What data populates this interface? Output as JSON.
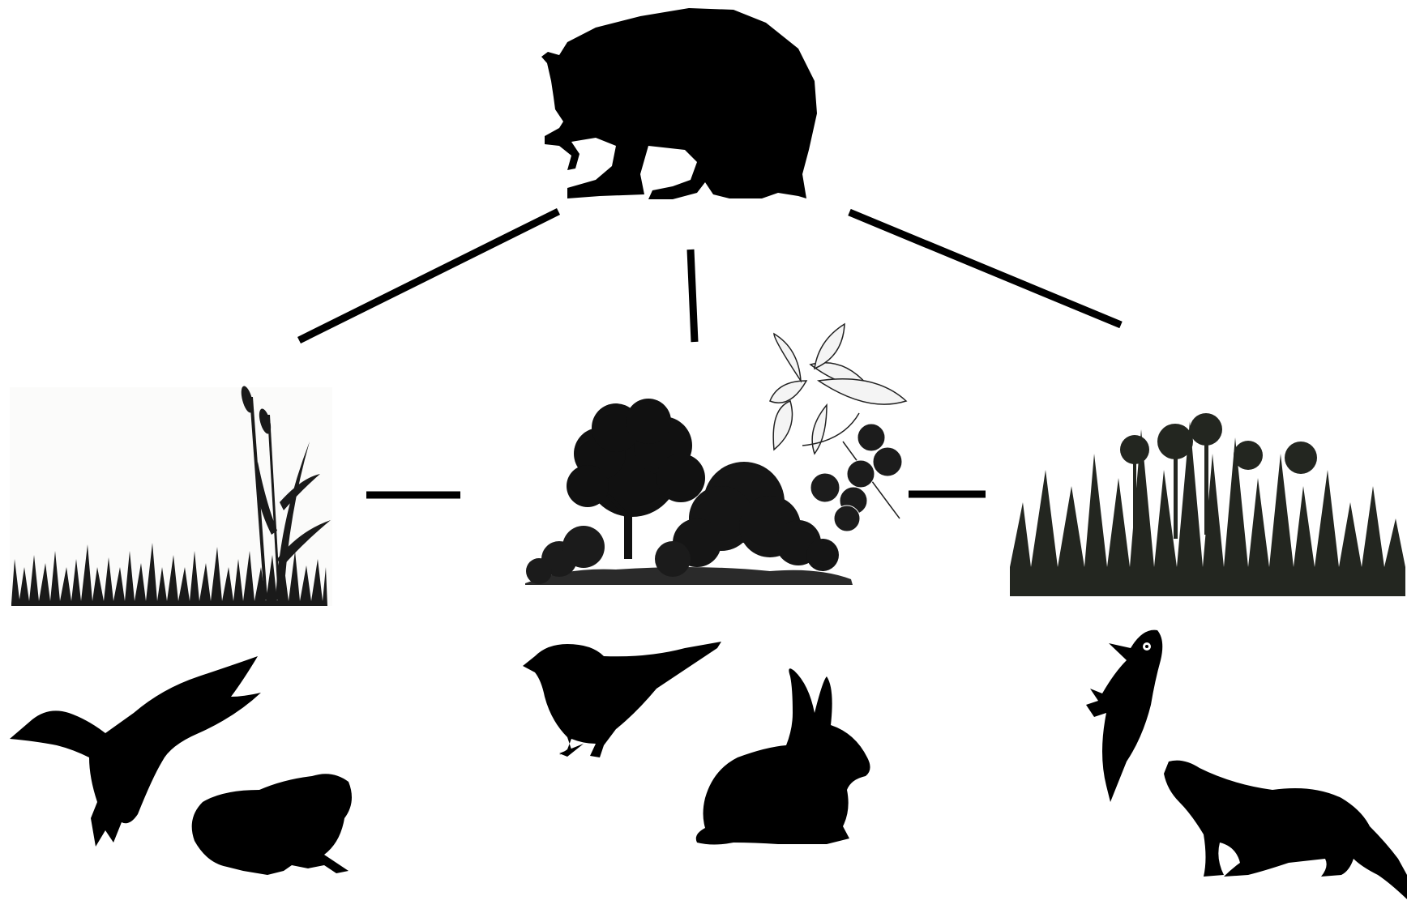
{
  "diagram": {
    "top": {
      "icon": "bear-icon"
    },
    "connectors": [
      "connector-left",
      "connector-center",
      "connector-right"
    ],
    "habitats": [
      {
        "id": "wetland",
        "icon": "wetland-grass-cattail-icon",
        "animals": [
          "duck-icon",
          "frog-icon"
        ]
      },
      {
        "id": "shrubland",
        "icon": "shrubland-trees-icon",
        "plant": "blackberry-branch-icon",
        "animals": [
          "songbird-icon",
          "rabbit-icon"
        ]
      },
      {
        "id": "conifer-forest",
        "icon": "conifer-forest-icon",
        "animals": [
          "woodpecker-icon",
          "marten-icon"
        ]
      }
    ],
    "colors": {
      "silhouette": "#000000",
      "forest": "#232620",
      "background": "#ffffff"
    }
  }
}
